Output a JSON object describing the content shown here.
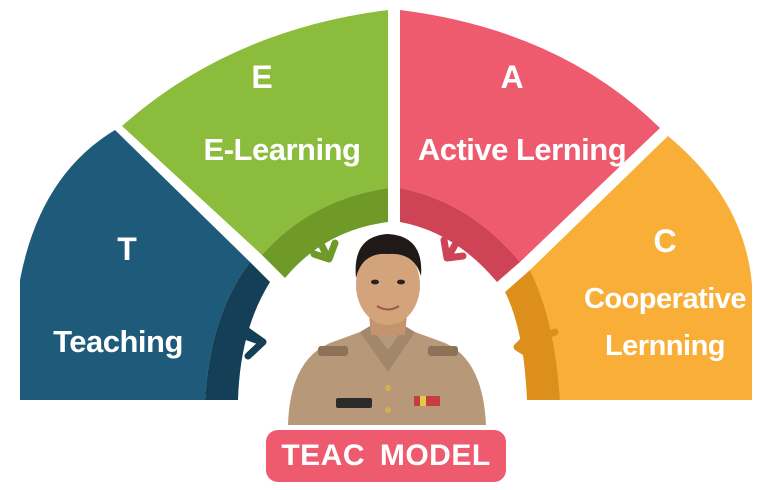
{
  "segments": [
    {
      "letter": "T",
      "label": "Teaching",
      "color": "#1e5a7a",
      "inner_color": "#143f57"
    },
    {
      "letter": "E",
      "label": "E-Learning",
      "color": "#8cbc3c",
      "inner_color": "#6f9a28"
    },
    {
      "letter": "A",
      "label": "Active  Lerning",
      "color": "#ee5a6e",
      "inner_color": "#cf4356"
    },
    {
      "letter": "C",
      "label_line1": "Cooperative",
      "label_line2": "Lernning",
      "color": "#f8ae37",
      "inner_color": "#dc8f1b"
    }
  ],
  "model_label": "TEAC  MODEL",
  "photo_icon": "person-portrait-icon"
}
